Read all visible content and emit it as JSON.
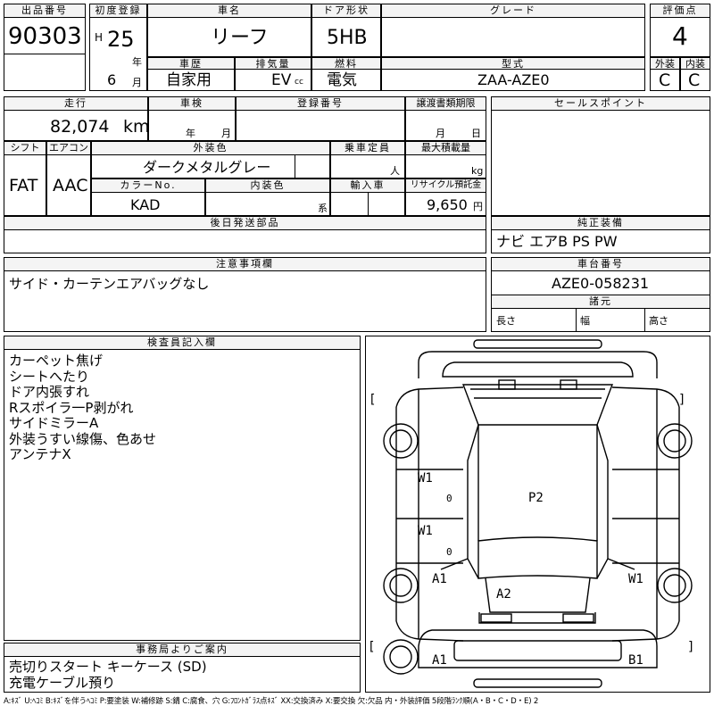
{
  "header": {
    "lot_no_label": "出品番号",
    "lot_no": "90303",
    "first_reg_label": "初度登録",
    "era": "H",
    "year": "25",
    "year_unit": "年",
    "month": "6",
    "month_unit": "月",
    "car_name_label": "車名",
    "car_name": "リーフ",
    "door_label": "ドア形状",
    "door": "5HB",
    "grade_label": "グレード",
    "grade": "",
    "score_label": "評価点",
    "score": "4",
    "history_label": "車歴",
    "history": "自家用",
    "displacement_label": "排気量",
    "displacement": "EV",
    "displacement_unit": "cc",
    "fuel_label": "燃料",
    "fuel": "電気",
    "model_label": "型式",
    "model": "ZAA-AZE0",
    "exterior_label": "外装",
    "exterior": "C",
    "interior_label": "内装",
    "interior": "C"
  },
  "row2": {
    "mileage_label": "走行",
    "mileage": "82,074",
    "mileage_unit": "km",
    "inspection_label": "車検",
    "insp_year_unit": "年",
    "insp_month_unit": "月",
    "reg_no_label": "登録番号",
    "transfer_label": "譲渡書類期限",
    "transfer_month_unit": "月",
    "transfer_day_unit": "日",
    "sales_point_label": "セールスポイント",
    "shift_label": "シフト",
    "shift": "FAT",
    "ac_label": "エアコン",
    "ac": "AAC",
    "ext_color_label": "外装色",
    "ext_color": "ダークメタルグレー",
    "capacity_label": "乗車定員",
    "capacity_unit": "人",
    "max_load_label": "最大積載量",
    "max_load_unit": "kg",
    "color_no_label": "カラーNo.",
    "color_no": "KAD",
    "int_color_label": "内装色",
    "int_color_unit": "系",
    "import_label": "輸入車",
    "recycle_label": "リサイクル預託金",
    "recycle": "9,650",
    "recycle_unit": "円",
    "later_parts_label": "後日発送部品",
    "genuine_label": "純正装備",
    "genuine": "ナビ エアB PS PW"
  },
  "notes": {
    "caution_label": "注意事項欄",
    "caution": "サイド・カーテンエアバッグなし",
    "chassis_label": "車台番号",
    "chassis": "AZE0-058231",
    "dims_label": "諸元",
    "length_label": "長さ",
    "width_label": "幅",
    "height_label": "高さ"
  },
  "inspector": {
    "label": "検査員記入欄",
    "lines": [
      "カーペット焦げ",
      "シートへたり",
      "ドア内張すれ",
      "Rスポイラ一P剥がれ",
      "サイドミラーA",
      "外装うすい線傷、色あせ",
      "アンテナX"
    ]
  },
  "office": {
    "label": "事務局よりご案内",
    "lines": [
      "売切りスタート キーケース (SD)",
      "充電ケーブル預り"
    ]
  },
  "diagram_marks": {
    "w1_a": "W1",
    "o_a": "0",
    "p2": "P2",
    "w1_b": "W1",
    "o_b": "0",
    "a1_left": "A1",
    "a2": "A2",
    "w1_right": "W1",
    "a1_bottom": "A1",
    "b1": "B1",
    "bracket_open": "[",
    "bracket_close": "]"
  },
  "legend": "A:ｷｽﾞ U:ﾍｺﾐ B:ｷｽﾞを伴うﾍｺﾐ P:要塗装 W:補修跡 S:錆 C:腐食、穴 G:ﾌﾛﾝﾄｶﾞﾗｽ点ｷｽﾞ XX:交換済み X:要交換 欠:欠品 内・外装評価 5段階ﾗﾝｸ順(A・B・C・D・E) 2"
}
